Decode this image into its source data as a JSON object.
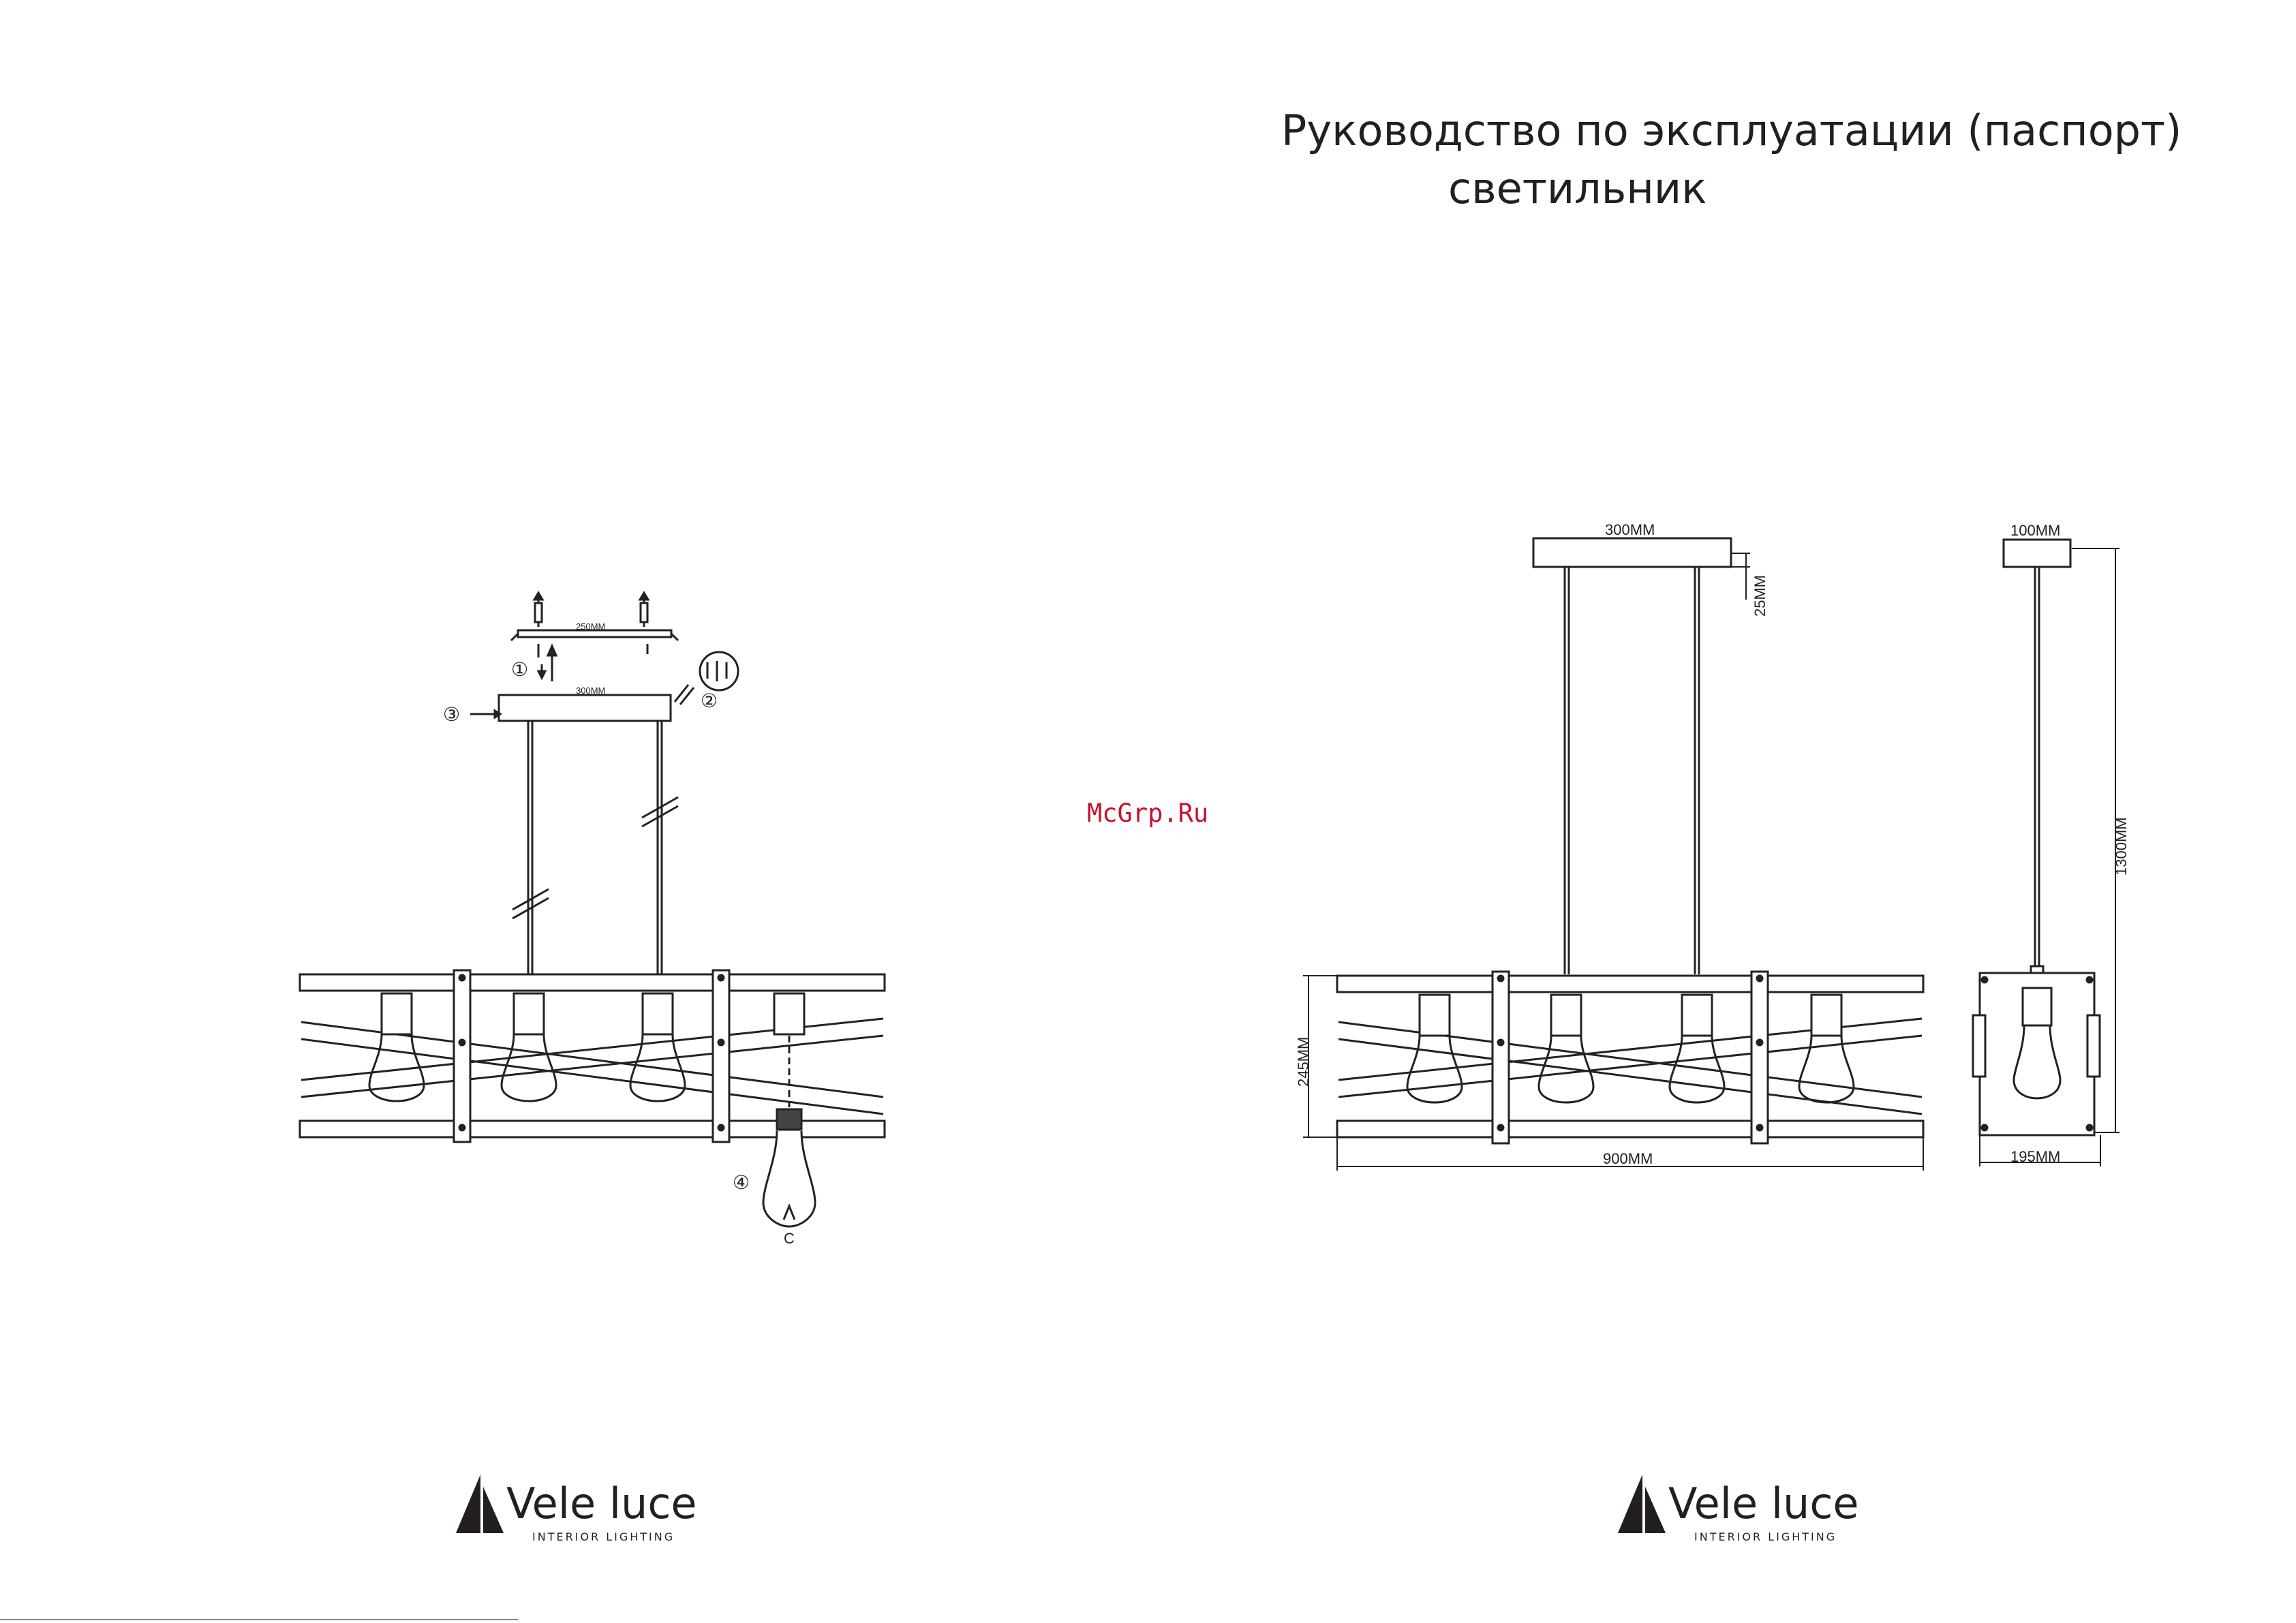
{
  "header": {
    "title": "Руководство по эксплуатации (паспорт)",
    "subtitle": "светильник"
  },
  "watermark": "McGrp.Ru",
  "assembly_diagram": {
    "dim_bracket": "250MM",
    "dim_canopy": "300MM",
    "steps": [
      "①",
      "②",
      "③",
      "④"
    ]
  },
  "front_view": {
    "dim_canopy_width": "300MM",
    "dim_canopy_height": "25MM",
    "dim_body_height": "245MM",
    "dim_body_width": "900MM"
  },
  "side_view": {
    "dim_canopy_width": "100MM",
    "dim_total_height": "1300MM",
    "dim_body_depth": "195MM"
  },
  "logos": [
    {
      "brand": "Vele luce",
      "tagline": "INTERIOR LIGHTING"
    },
    {
      "brand": "Vele luce",
      "tagline": "INTERIOR LIGHTING"
    }
  ]
}
